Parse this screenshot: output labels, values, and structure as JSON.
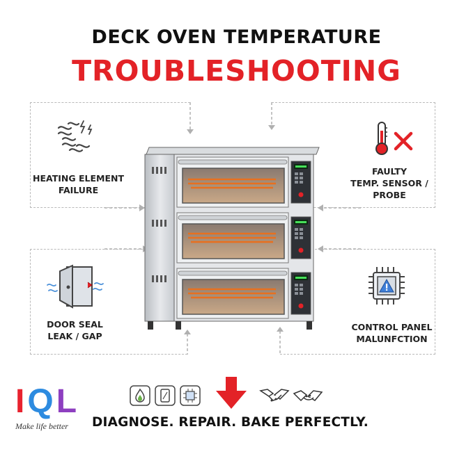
{
  "header": {
    "title_line1": "DECK OVEN TEMPERATURE",
    "title_line2": "TROUBLESHOOTING"
  },
  "issues": {
    "heating": {
      "line1": "HEATING ELEMENT",
      "line2": "FAILURE",
      "icon": "heating-coil-icon"
    },
    "sensor": {
      "line1": "FAULTY",
      "line2": "TEMP. SENSOR /",
      "line3": "PROBE",
      "icon": "thermometer-icon"
    },
    "door": {
      "line1": "DOOR SEAL",
      "line2": "LEAK / GAP",
      "icon": "oven-door-icon"
    },
    "control": {
      "line1": "CONTROL PANEL",
      "line2": "MALUNFCTION",
      "icon": "chip-warning-icon"
    }
  },
  "logo": {
    "letter1": "I",
    "letter2": "Q",
    "letter3": "L",
    "slogan": "Make life better",
    "colors": {
      "I": "#e8232f",
      "Q": "#2d8be0",
      "L": "#8e3fc0"
    }
  },
  "footer": {
    "tagline": "DIAGNOSE. REPAIR. BAKE PERFECTLY."
  },
  "colors": {
    "accent_red": "#e32227",
    "dash": "#b9b9b9",
    "steel": "#c9ccd0"
  }
}
